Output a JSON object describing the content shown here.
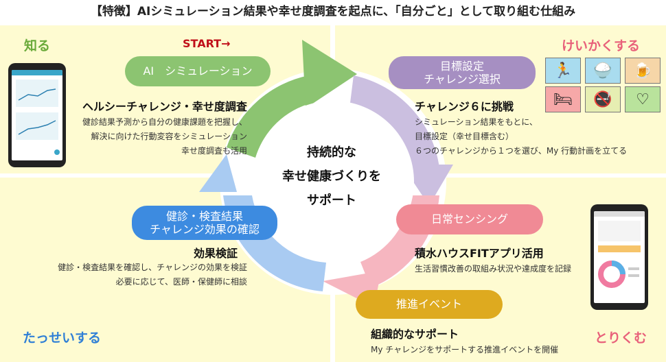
{
  "title": "【特徴】AIシミュレーション結果や幸せ度調査を起点に、「自分ごと」として取り組む仕組み",
  "corners": {
    "tl": "知る",
    "tr": "けいかくする",
    "bl": "たっせいする",
    "br": "とりくむ"
  },
  "start_label": "START→",
  "center": [
    "持続的な",
    "幸せ健康づくりを",
    "サポート"
  ],
  "steps": {
    "ai": {
      "pill": "AI　シミュレーション",
      "heading": "ヘルシーチャレンジ・幸せ度調査",
      "lines": [
        "健診結果予測から自分の健康課題を把握し、",
        "解決に向けた行動変容をシミュレーション",
        "幸せ度調査も活用"
      ]
    },
    "goal": {
      "pill": [
        "目標設定",
        "チャレンジ選択"
      ],
      "heading": "チャレンジ６に挑戦",
      "lines": [
        "シミュレーション結果をもとに、",
        "目標設定（幸せ目標含む）",
        "６つのチャレンジから１つを選び、My 行動計画を立てる"
      ]
    },
    "sensing": {
      "pill": "日常センシング",
      "heading": "積水ハウスFITアプリ活用",
      "lines": [
        "生活習慣改善の取組み状況や達成度を記録"
      ]
    },
    "event": {
      "pill": "推進イベント",
      "heading": "組織的なサポート",
      "lines": [
        "My チャレンジをサポートする推進イベントを開催"
      ]
    },
    "checkup": {
      "pill": [
        "健診・検査結果",
        "チャレンジ効果の確認"
      ],
      "heading": "効果検証",
      "lines": [
        "健診・検査結果を確認し、チャレンジの効果を検証",
        "必要に応じて、医師・保健師に相談"
      ]
    }
  },
  "challenge_icons": [
    {
      "icon": "exercise-icon",
      "bg": "#a9dcef"
    },
    {
      "icon": "meal-bowl-icon",
      "bg": "#a9dcef"
    },
    {
      "icon": "beer-mug-icon",
      "bg": "#f6d6a8"
    },
    {
      "icon": "sleep-bed-icon",
      "bg": "#f6a8a8"
    },
    {
      "icon": "no-smoking-icon",
      "bg": "#e6eeb2"
    },
    {
      "icon": "heart-icon",
      "bg": "#b9e39c"
    }
  ],
  "colors": {
    "quadrant": "#fefbd1",
    "green": "#8cc471",
    "purple": "#a68fc2",
    "pink": "#f08a95",
    "gold": "#deaa1f",
    "blue": "#3d8be0",
    "corner_green": "#6aaa3a",
    "corner_pink": "#e8607a",
    "corner_blue": "#2f7fd6",
    "start_red": "#c0101a"
  }
}
